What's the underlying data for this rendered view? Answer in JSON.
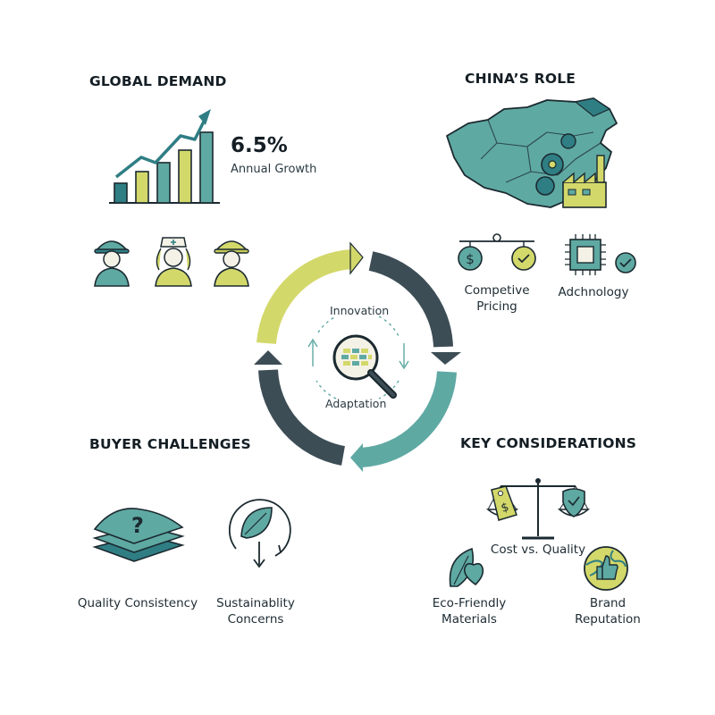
{
  "global_demand": {
    "heading": "GLOBAL DEMAND",
    "stat_value": "6.5%",
    "stat_label": "Annual Growth"
  },
  "chinas_role": {
    "heading": "CHINA’S ROLE",
    "items": [
      {
        "label_line1": "Competive",
        "label_line2": "Pricing"
      },
      {
        "label_line1": "Adchnology",
        "label_line2": ""
      }
    ]
  },
  "cycle": {
    "top_label": "Innovation",
    "bottom_label": "Adaptation"
  },
  "buyer_challenges": {
    "heading": "BUYER CHALLENGES",
    "items": [
      {
        "label_line1": "Quality Consistency",
        "label_line2": ""
      },
      {
        "label_line1": "Sustainablity",
        "label_line2": "Concerns"
      }
    ]
  },
  "key_considerations": {
    "heading": "KEY CONSIDERATIONS",
    "items": [
      {
        "label_line1": "Cost vs. Quality",
        "label_line2": ""
      },
      {
        "label_line1": "Eco-Friendly",
        "label_line2": "Materials"
      },
      {
        "label_line1": "Brand",
        "label_line2": "Reputation"
      }
    ]
  },
  "colors": {
    "teal": "#5fa9a3",
    "teal_dark": "#2f7e84",
    "lime": "#d3d86a",
    "slate": "#3d4d56",
    "ink": "#1b2a30"
  }
}
